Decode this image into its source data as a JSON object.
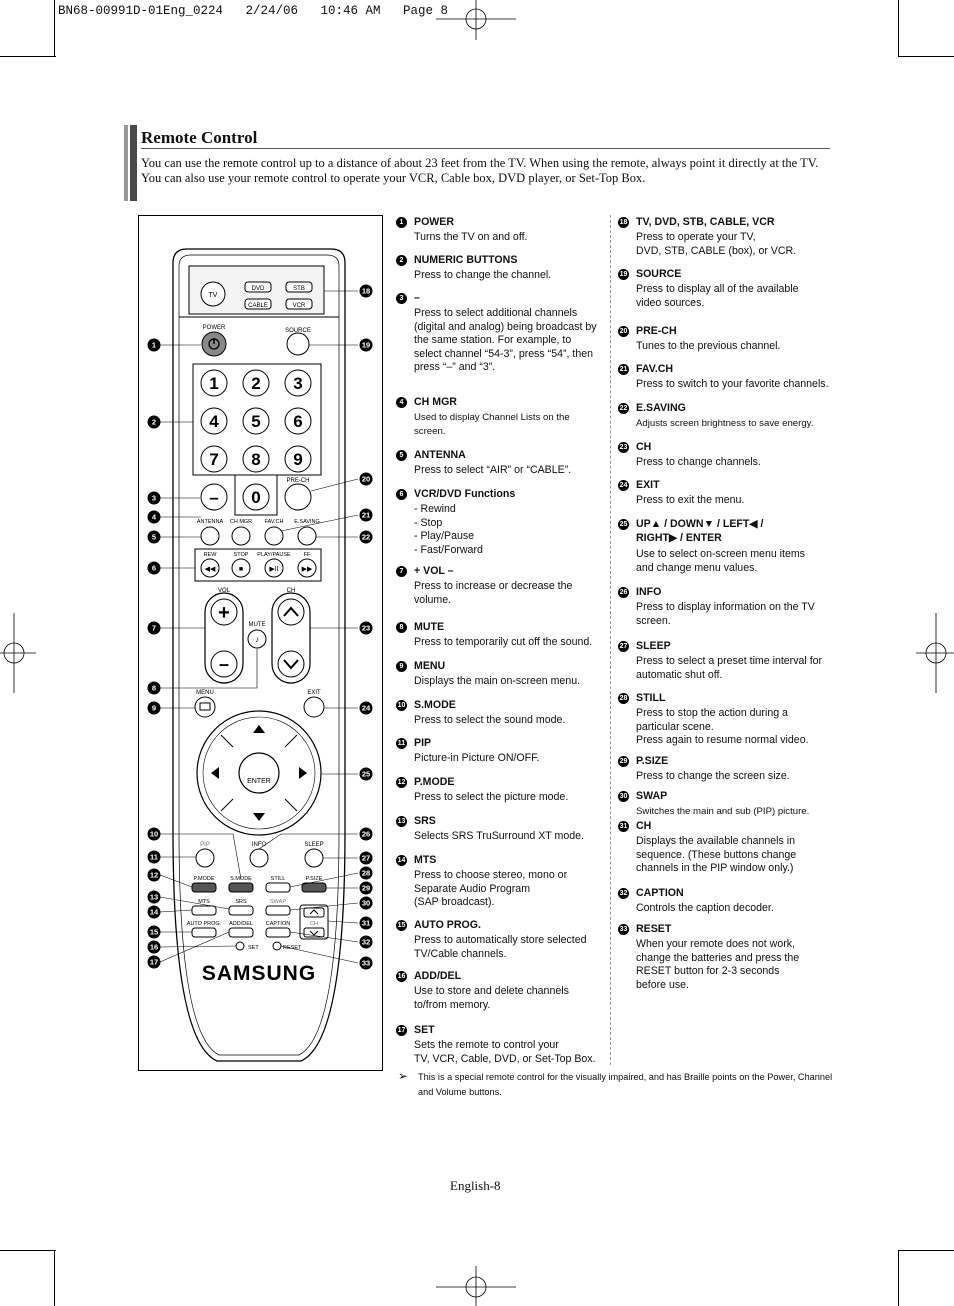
{
  "print_header": "BN68-00991D-01Eng_0224   2/24/06   10:46 AM   Page 8",
  "section": {
    "title": "Remote Control",
    "intro": "You can use the remote control up to a distance of about 23 feet from the TV. When using the remote, always point it directly at the TV. You can also use your remote control to operate your VCR, Cable box, DVD player, or Set-Top Box."
  },
  "remote": {
    "brand": "SAMSUNG",
    "labels": {
      "tv": "TV",
      "dvd": "DVD",
      "stb": "STB",
      "cable": "CABLE",
      "vcr": "VCR",
      "power": "POWER",
      "source": "SOURCE",
      "prech": "PRE-CH",
      "antenna": "ANTENNA",
      "chmgr": "CH MGR",
      "favch": "FAV.CH",
      "esaving": "E.SAVING",
      "rew": "REW",
      "stop": "STOP",
      "playpause": "PLAY/PAUSE",
      "ff": "FF",
      "vol": "VOL",
      "ch": "CH",
      "mute": "MUTE",
      "menu": "MENU",
      "exit": "EXIT",
      "enter": "ENTER",
      "pip": "PIP",
      "info": "INFO",
      "sleep": "SLEEP",
      "pmode": "P.MODE",
      "smode": "S.MODE",
      "still": "STILL",
      "psize": "P.SIZE",
      "mts": "MTS",
      "srs": "SRS",
      "swap": "SWAP",
      "autoprog": "AUTO PROG.",
      "adddel": "ADD/DEL",
      "caption": "CAPTION",
      "set": "SET",
      "reset": "RESET",
      "dash": "–",
      "zero": "0"
    },
    "digits": [
      "1",
      "2",
      "3",
      "4",
      "5",
      "6",
      "7",
      "8",
      "9"
    ],
    "callouts_left": [
      "1",
      "2",
      "3",
      "4",
      "5",
      "6",
      "7",
      "8",
      "9",
      "10",
      "11",
      "12",
      "13",
      "14",
      "15",
      "16",
      "17"
    ],
    "callouts_right": [
      "18",
      "19",
      "20",
      "21",
      "22",
      "23",
      "24",
      "25",
      "26",
      "27",
      "28",
      "29",
      "30",
      "31",
      "32",
      "33"
    ]
  },
  "entries_col1": [
    {
      "n": "1",
      "name": "POWER",
      "desc": "Turns the TV on and off."
    },
    {
      "n": "2",
      "name": "NUMERIC BUTTONS",
      "desc": "Press to change the channel."
    },
    {
      "n": "3",
      "name": "–",
      "desc": "Press to select additional channels\n(digital and analog) being broadcast by\nthe same station. For example, to\nselect channel “54-3”, press “54”, then\npress “–” and “3”."
    },
    {
      "n": "4",
      "name": "CH MGR",
      "desc": "Used to display Channel Lists on the\nscreen.",
      "small": true
    },
    {
      "n": "5",
      "name": "ANTENNA",
      "desc": "Press to select “AIR” or “CABLE”."
    },
    {
      "n": "6",
      "name": "VCR/DVD Functions",
      "desc": "- Rewind\n- Stop\n- Play/Pause\n- Fast/Forward"
    },
    {
      "n": "7",
      "name": "+ VOL –",
      "desc": "Press to increase or decrease the\nvolume."
    },
    {
      "n": "8",
      "name": "MUTE",
      "desc": "Press to temporarily cut off the sound."
    },
    {
      "n": "9",
      "name": "MENU",
      "desc": "Displays the main on-screen menu."
    },
    {
      "n": "10",
      "name": "S.MODE",
      "desc": "Press to select the sound mode."
    },
    {
      "n": "11",
      "name": "PIP",
      "desc": "Picture-in Picture ON/OFF."
    },
    {
      "n": "12",
      "name": "P.MODE",
      "desc": "Press to select the picture mode."
    },
    {
      "n": "13",
      "name": "SRS",
      "desc": "Selects SRS TruSurround XT mode."
    },
    {
      "n": "14",
      "name": "MTS",
      "desc": "Press to choose stereo, mono or\nSeparate Audio Program\n(SAP broadcast)."
    },
    {
      "n": "15",
      "name": "AUTO PROG.",
      "desc": "Press to automatically store selected\nTV/Cable channels."
    },
    {
      "n": "16",
      "name": "ADD/DEL",
      "desc": "Use to store and delete channels\nto/from memory."
    },
    {
      "n": "17",
      "name": "SET",
      "desc": "Sets the remote to control your\nTV, VCR, Cable, DVD, or Set-Top Box."
    }
  ],
  "entries_col2": [
    {
      "n": "18",
      "name": "TV, DVD, STB, CABLE, VCR",
      "desc": "Press to operate your TV,\nDVD, STB, CABLE (box), or VCR."
    },
    {
      "n": "19",
      "name": "SOURCE",
      "desc": "Press to display all of the available\nvideo sources."
    },
    {
      "n": "20",
      "name": "PRE-CH",
      "desc": "Tunes to the previous channel."
    },
    {
      "n": "21",
      "name": "FAV.CH",
      "desc": "Press to switch to your favorite channels."
    },
    {
      "n": "22",
      "name": "E.SAVING",
      "desc": "Adjusts screen brightness to save energy.",
      "small": true
    },
    {
      "n": "23",
      "name": "CH",
      "desc": "Press to change channels."
    },
    {
      "n": "24",
      "name": "EXIT",
      "desc": "Press to exit the menu."
    },
    {
      "n": "25",
      "name": "UP▲ / DOWN▼ / LEFT◀ /\nRIGHT▶ / ENTER",
      "desc": "Use to select on-screen menu items\nand change menu values."
    },
    {
      "n": "26",
      "name": "INFO",
      "desc": "Press to display information on the TV\nscreen."
    },
    {
      "n": "27",
      "name": "SLEEP",
      "desc": "Press to select a preset time interval for\nautomatic shut off."
    },
    {
      "n": "28",
      "name": "STILL",
      "desc": "Press to stop the action during a\nparticular scene.\nPress again to resume normal video."
    },
    {
      "n": "29",
      "name": "P.SIZE",
      "desc": "Press to change the screen size."
    },
    {
      "n": "30",
      "name": "SWAP",
      "desc": "Switches the main and sub (PIP) picture.",
      "small": true
    },
    {
      "n": "31",
      "name": "CH",
      "desc": "Displays the available channels in\nsequence. (These buttons change\nchannels in the PIP window only.)"
    },
    {
      "n": "32",
      "name": "CAPTION",
      "desc": "Controls the caption decoder."
    },
    {
      "n": "33",
      "name": "RESET",
      "desc": "When your remote does not work,\nchange the batteries and press the\nRESET button for 2-3 seconds\nbefore use."
    }
  ],
  "note": "This is a special remote control for the visually impaired, and has Braille points on the Power, Channel and Volume buttons.",
  "footer": "English-8"
}
